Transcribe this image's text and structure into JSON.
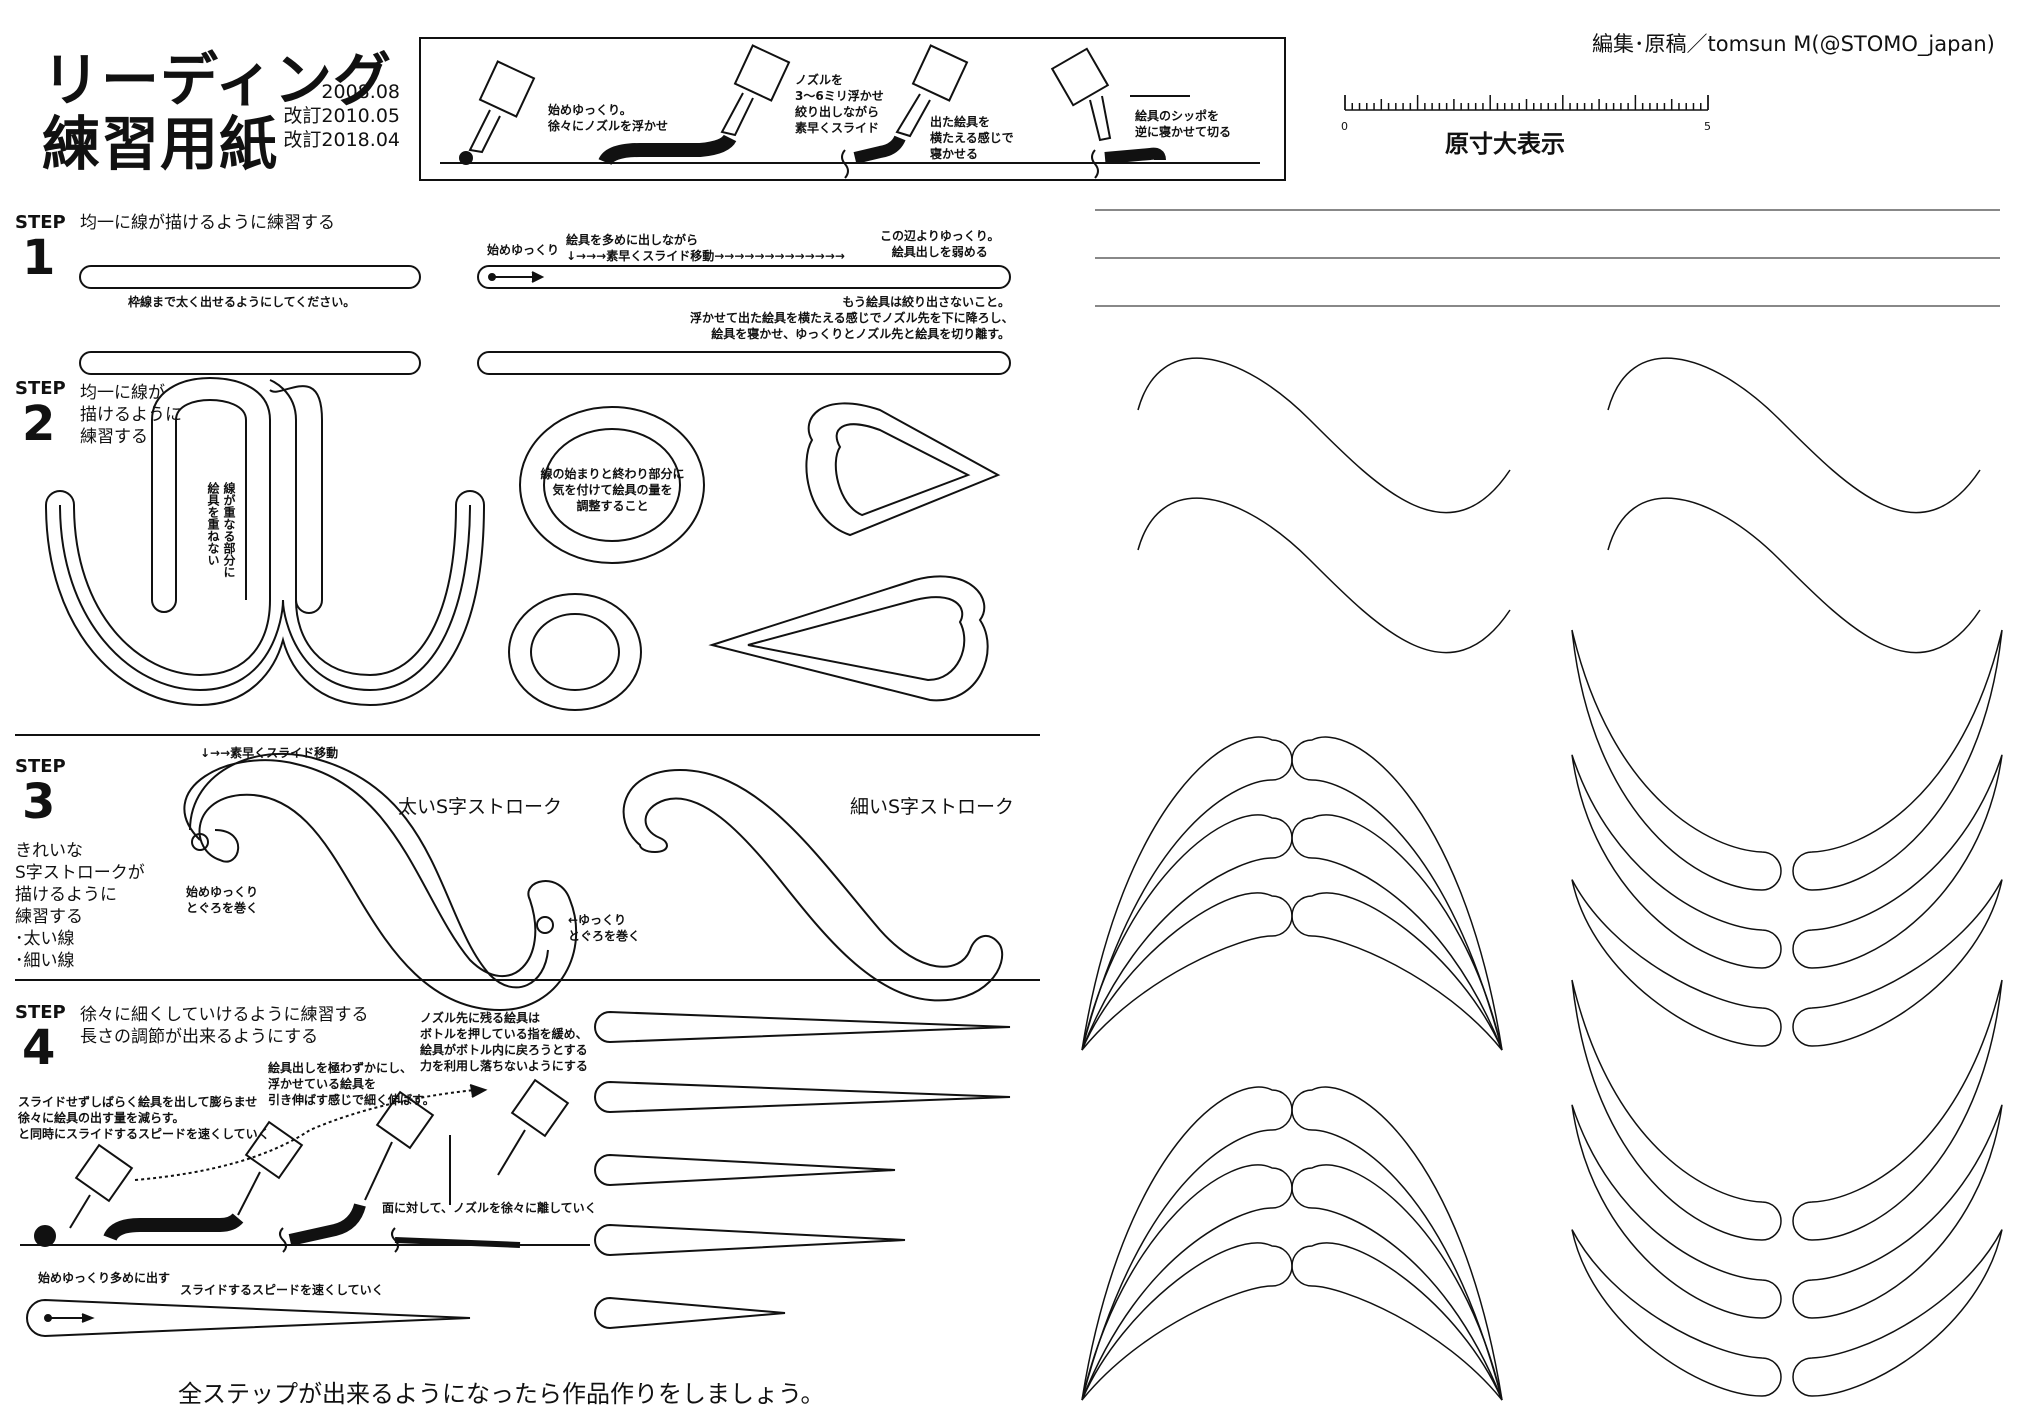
{
  "header": {
    "title_line1": "リーディング",
    "title_line2": "練習用紙",
    "dates": [
      "2008.08",
      "改訂2010.05",
      "改訂2018.04"
    ],
    "credit": "編集･原稿／tomsun M(@STOMO_japan)"
  },
  "nozzle_steps": [
    "始めゆっくり。\n徐々にノズルを浮かせ",
    "ノズルを\n3〜6ミリ浮かせ\n絞り出しながら\n素早くスライド",
    "出た絵具を\n横たえる感じで\n寝かせる",
    "絵具のシッポを\n逆に寝かせて切る"
  ],
  "ruler": {
    "label": "原寸大表示",
    "start": "0",
    "end": "5"
  },
  "step1": {
    "head": "STEP",
    "num": "1",
    "desc": "均一に線が描けるように練習する",
    "note_bar": "枠線まで太く出せるようにしてください。",
    "note_start": "始めゆっくり",
    "note_mid": "絵具を多めに出しながら\n↓→→→素早くスライド移動→→→→→→→→→→→→→",
    "note_end": "この辺よりゆっくり。\n絵具出しを弱める",
    "note_finish": "もう絵具は絞り出さないこと。\n浮かせて出た絵具を横たえる感じでノズル先を下に降ろし、\n絵具を寝かせ、ゆっくりとノズル先と絵具を切り離す。"
  },
  "step2": {
    "head": "STEP",
    "num": "2",
    "desc": "均一に線が\n描けるように\n練習する",
    "note_overlap": "線が重なる部分に\n絵具を重ねない",
    "note_oval": "線の始まりと終わり部分に\n気を付けて絵具の量を\n調整すること"
  },
  "step3": {
    "head": "STEP",
    "num": "3",
    "desc": "きれいな\nS字ストロークが\n描けるように\n練習する\n･太い線\n･細い線",
    "label_thick": "太いS字ストローク",
    "label_thin": "細いS字ストローク",
    "note_slide": "↓→→素早くスライド移動",
    "note_start": "始めゆっくり\nとぐろを巻く",
    "note_end": "←ゆっくり\nとぐろを巻く"
  },
  "step4": {
    "head": "STEP",
    "num": "4",
    "desc": "徐々に細くしていけるように練習する\n長さの調節が出来るようにする",
    "note_a": "スライドせずしばらく絵具を出して膨らませ\n徐々に絵具の出す量を減らす。\nと同時にスライドするスピードを速くしていく",
    "note_b": "絵具出しを極わずかにし、\n浮かせている絵具を\n引き伸ばす感じで細く伸ばす。",
    "note_c": "ノズル先に残る絵具は\nボトルを押している指を緩め、\n絵具がボトル内に戻ろうとする\n力を利用し落ちないようにする",
    "note_d": "面に対して、ノズルを徐々に離していく",
    "note_start": "始めゆっくり多めに出す",
    "note_speed": "スライドするスピードを速くしていく"
  },
  "footer": "全ステップが出来るようになったら作品作りをしましょう。"
}
